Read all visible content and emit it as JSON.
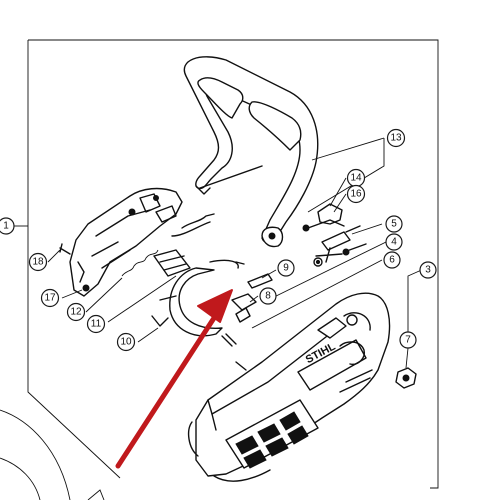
{
  "diagram": {
    "brand_label": "STIHL",
    "arrow_color": "#c0191c",
    "line_color": "#111111"
  },
  "callouts": [
    {
      "key": "c1",
      "label": "1"
    },
    {
      "key": "c3",
      "label": "3"
    },
    {
      "key": "c4",
      "label": "4"
    },
    {
      "key": "c5",
      "label": "5"
    },
    {
      "key": "c6",
      "label": "6"
    },
    {
      "key": "c7",
      "label": "7"
    },
    {
      "key": "c8",
      "label": "8"
    },
    {
      "key": "c9",
      "label": "9"
    },
    {
      "key": "c10",
      "label": "10"
    },
    {
      "key": "c11",
      "label": "11"
    },
    {
      "key": "c12",
      "label": "12"
    },
    {
      "key": "c13",
      "label": "13"
    },
    {
      "key": "c14",
      "label": "14"
    },
    {
      "key": "c16",
      "label": "16"
    },
    {
      "key": "c17",
      "label": "17"
    },
    {
      "key": "c18",
      "label": "18"
    }
  ]
}
